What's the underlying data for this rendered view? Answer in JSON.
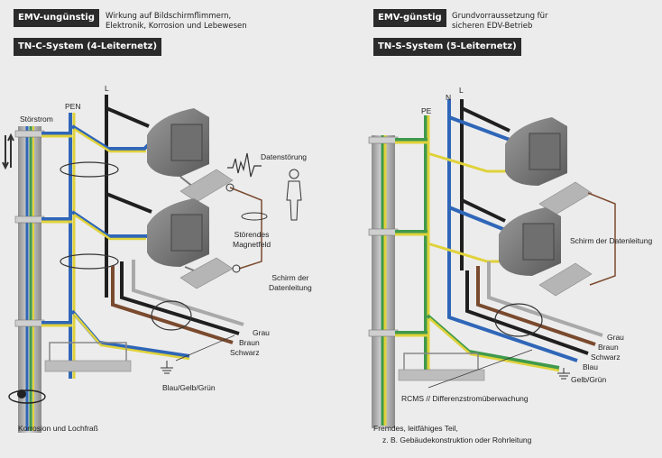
{
  "left": {
    "tag1": "EMV-ungünstig",
    "desc1": "Wirkung auf Bildschirmflimmern,\nElektronik, Korrosion und Lebewesen",
    "tag2": "TN-C-System (4-Leiternetz)",
    "labels": {
      "stoerstrom": "Störstrom",
      "pen": "PEN",
      "l": "L",
      "datenstoerung": "Datenstörung",
      "stoerendes": "Störendes\nMagnetfeld",
      "schirm": "Schirm der\nDatenleitung",
      "grau": "Grau",
      "braun": "Braun",
      "schwarz": "Schwarz",
      "blgg": "Blau/Gelb/Grün",
      "korrosion": "Korrosion und Lochfraß"
    }
  },
  "right": {
    "tag1": "EMV-günstig",
    "desc1": "Grundvorraussetzung für\nsicheren EDV-Betrieb",
    "tag2": "TN-S-System (5-Leiternetz)",
    "labels": {
      "pe": "PE",
      "n": "N",
      "l": "L",
      "schirm": "Schirm der Datenleitung",
      "grau": "Grau",
      "braun": "Braun",
      "schwarz": "Schwarz",
      "blau": "Blau",
      "gelbgruen": "Gelb/Grün",
      "rcms": "RCMS // Differenzstromüberwachung",
      "fremdes": "Fremdes, leitfähiges Teil,",
      "gebaeude": "z. B. Gebäudekonstruktion oder Rohrleitung"
    }
  },
  "colors": {
    "blue": "#2f66b8",
    "yellow": "#e0d23a",
    "green": "#3f9a4c",
    "black": "#1f1f1f",
    "brown": "#7a4a2e",
    "grey": "#a9a9a9",
    "pipe": "#b9b9b9"
  }
}
